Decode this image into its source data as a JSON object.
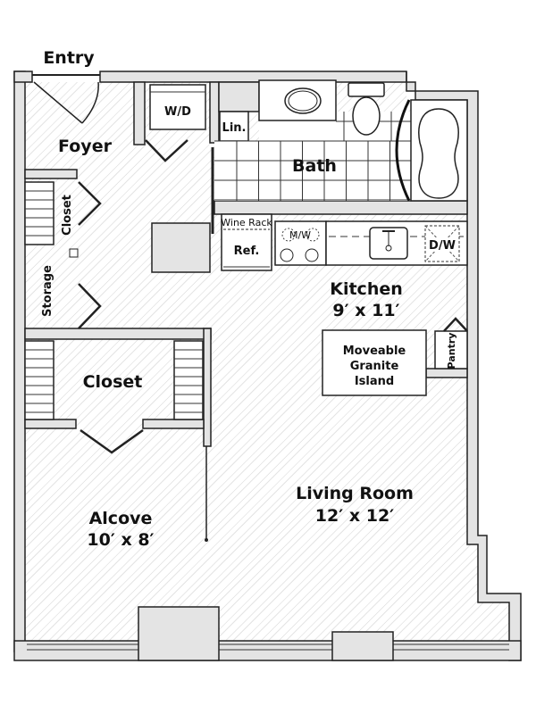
{
  "plan": {
    "rooms": {
      "entry": "Entry",
      "foyer": "Foyer",
      "wd": "W/D",
      "linen": "Lin.",
      "bath": "Bath",
      "foyer_closet": "Closet",
      "storage": "Storage",
      "wine_rack": "Wine Rack",
      "ref": "Ref.",
      "mw": "M/W",
      "dw": "D/W",
      "kitchen": "Kitchen",
      "kitchen_size": "9′ x 11′",
      "island_1": "Moveable",
      "island_2": "Granite",
      "island_3": "Island",
      "pantry": "Pantry",
      "closet": "Closet",
      "alcove": "Alcove",
      "alcove_size": "10′ x 8′",
      "living": "Living Room",
      "living_size": "12′ x 12′"
    },
    "colors": {
      "wall": "#e4e4e4",
      "line": "#222222"
    }
  }
}
